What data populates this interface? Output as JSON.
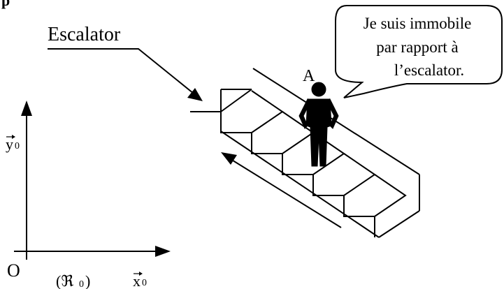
{
  "diagram": {
    "escalator_label": "Escalator",
    "point_label": "A",
    "speech_bubble": {
      "line1": "Je suis immobile",
      "line2": "par rapport à",
      "line3": "l’escalator."
    },
    "axes": {
      "y_label": "y",
      "y_subscript": "0",
      "x_label": "x",
      "x_subscript": "0",
      "origin_label": "O",
      "frame_label": "(ℜ",
      "frame_subscript": "0",
      "frame_close": ")"
    }
  }
}
